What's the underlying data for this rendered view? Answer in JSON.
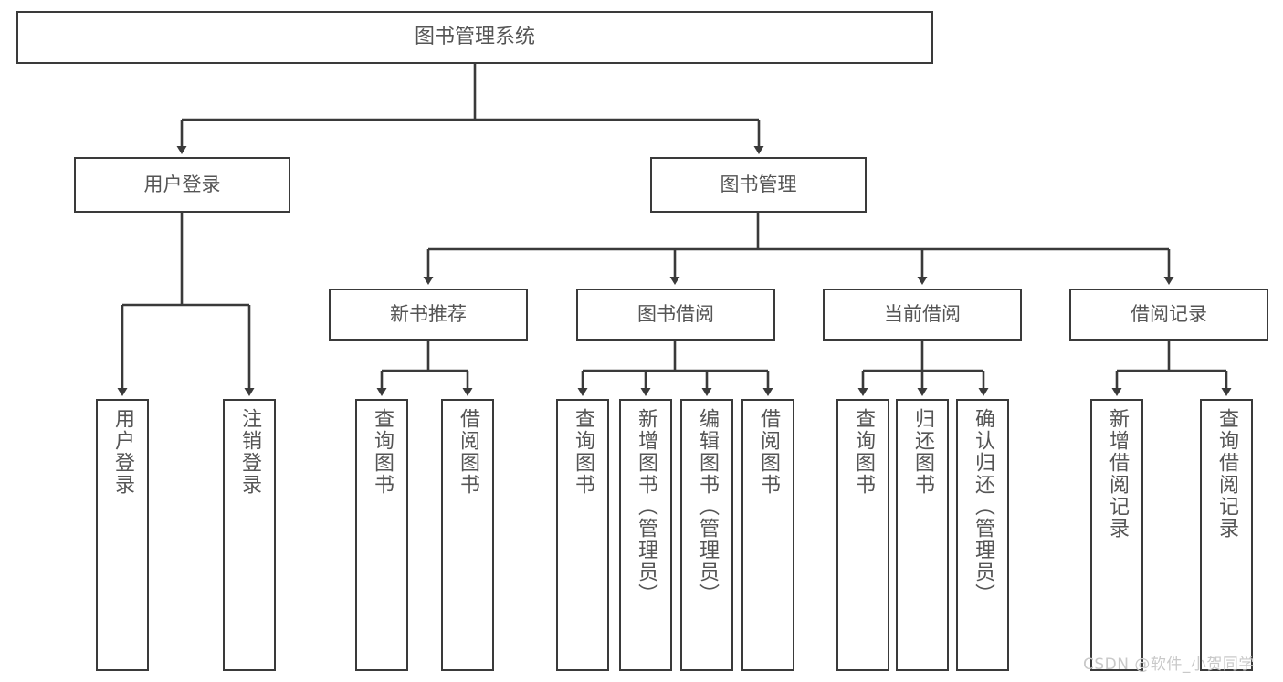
{
  "diagram": {
    "title": "图书管理系统",
    "type": "tree-hierarchy-diagram",
    "watermark": "CSDN @软件_小贺同学",
    "colors": {
      "border": "#3a3a3a",
      "text": "#555555",
      "background": "#ffffff",
      "watermark": "#c9c9c9"
    },
    "nodes": {
      "root": {
        "label": "图书管理系统"
      },
      "level2": [
        {
          "id": "user-login",
          "label": "用户登录"
        },
        {
          "id": "book-manage",
          "label": "图书管理"
        }
      ],
      "level3": [
        {
          "id": "new-book-recommend",
          "label": "新书推荐"
        },
        {
          "id": "book-borrow",
          "label": "图书借阅"
        },
        {
          "id": "current-borrow",
          "label": "当前借阅"
        },
        {
          "id": "borrow-record",
          "label": "借阅记录"
        }
      ],
      "leaves": {
        "user_login": [
          {
            "id": "leaf-user-login",
            "label": "用户登录"
          },
          {
            "id": "leaf-logout-login",
            "label": "注销登录"
          }
        ],
        "new_book_recommend": [
          {
            "id": "leaf-query-book-1",
            "label": "查询图书"
          },
          {
            "id": "leaf-borrow-book-1",
            "label": "借阅图书"
          }
        ],
        "book_borrow": [
          {
            "id": "leaf-query-book-2",
            "label": "查询图书"
          },
          {
            "id": "leaf-add-book",
            "label": "新增图书（管理员）"
          },
          {
            "id": "leaf-edit-book",
            "label": "编辑图书（管理员）"
          },
          {
            "id": "leaf-borrow-book-2",
            "label": "借阅图书"
          }
        ],
        "current_borrow": [
          {
            "id": "leaf-query-book-3",
            "label": "查询图书"
          },
          {
            "id": "leaf-return-book",
            "label": "归还图书"
          },
          {
            "id": "leaf-confirm-return",
            "label": "确认归还（管理员）"
          }
        ],
        "borrow_record": [
          {
            "id": "leaf-add-record",
            "label": "新增借阅记录"
          },
          {
            "id": "leaf-query-record",
            "label": "查询借阅记录"
          }
        ]
      }
    }
  }
}
